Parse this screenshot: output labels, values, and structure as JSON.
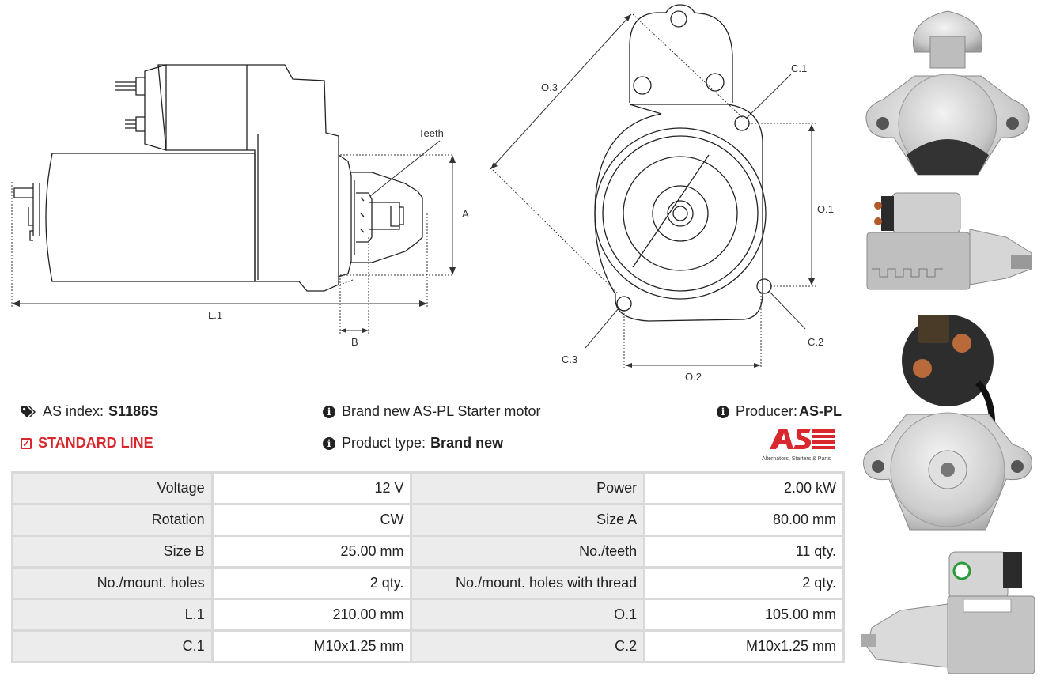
{
  "drawing_labels": {
    "teeth": "Teeth",
    "a": "A",
    "b": "B",
    "l1": "L.1",
    "o1": "O.1",
    "o2": "O.2",
    "o3": "O.3",
    "c1": "C.1",
    "c2": "C.2",
    "c3": "C.3"
  },
  "info": {
    "as_index_label": "AS index:",
    "as_index_value": "S1186S",
    "standard_line": "STANDARD LINE",
    "description": "Brand new AS-PL Starter motor",
    "product_type_label": "Product type:",
    "product_type_value": "Brand new",
    "producer_label": "Producer:",
    "producer_value": "AS-PL"
  },
  "brand": {
    "logo_text": "AS",
    "tagline": "Alternators, Starters & Parts",
    "color": "#d9272e"
  },
  "specs": [
    [
      "Voltage",
      "12 V",
      "Power",
      "2.00 kW"
    ],
    [
      "Rotation",
      "CW",
      "Size A",
      "80.00 mm"
    ],
    [
      "Size B",
      "25.00 mm",
      "No./teeth",
      "11 qty."
    ],
    [
      "No./mount. holes",
      "2 qty.",
      "No./mount. holes with thread",
      "2 qty."
    ],
    [
      "L.1",
      "210.00 mm",
      "O.1",
      "105.00 mm"
    ],
    [
      "C.1",
      "M10x1.25 mm",
      "C.2",
      "M10x1.25 mm"
    ]
  ]
}
